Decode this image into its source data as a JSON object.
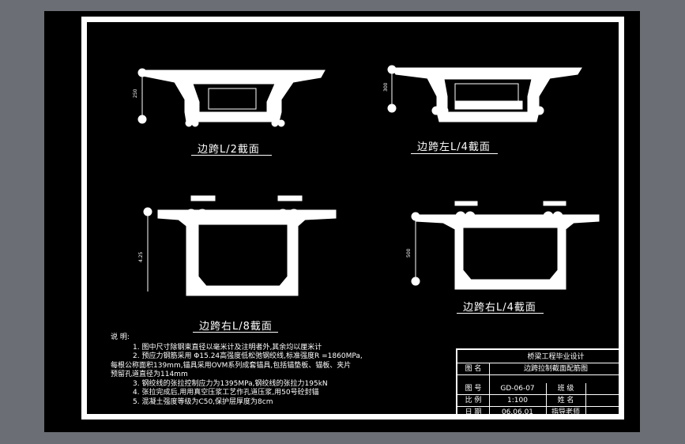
{
  "sections": {
    "midspan": "边跨L/2截面",
    "left_quarter": "边跨左L/4截面",
    "right_eighth": "边跨右L/8截面",
    "right_quarter": "边跨右L/4截面"
  },
  "notes": {
    "header": "说 明:",
    "lines": [
      "1. 图中尺寸除钢束直径以毫米计及注明者外,其余均以厘米计",
      "2. 预应力钢筋采用 Φ15.24高强度低松弛钢绞线,标准强度R =1860MPa,",
      "每根公称面积139mm,锚具采用OVM系列成套锚具,包括锚垫板、锚板、夹片",
      "预留孔道直径为114mm",
      "3. 钢绞线的张拉控制应力为1395MPa,钢绞线的张拉力195kN",
      "4. 张拉完成后,用用真空压浆工艺作孔道压浆,用50号砼封锚",
      "5. 混凝土强度等级为C50,保护层厚度为8cm"
    ]
  },
  "titleblock": {
    "project": "桥梁工程毕业设计",
    "name_label": "图 名",
    "name_value": "边跨拉制截面配筋图",
    "number_label": "图 号",
    "number_value": "GD-06-07",
    "class_label": "班 级",
    "scale_label": "比 例",
    "scale_value": "1:100",
    "person_label": "姓 名",
    "date_label": "日 期",
    "date_value": "06.06.01",
    "advisor_label": "指导老师"
  },
  "dims": {
    "midspan_height": "250",
    "left_quarter_height": "300",
    "right_eighth_height": "4.25",
    "right_quarter_height": "500"
  }
}
